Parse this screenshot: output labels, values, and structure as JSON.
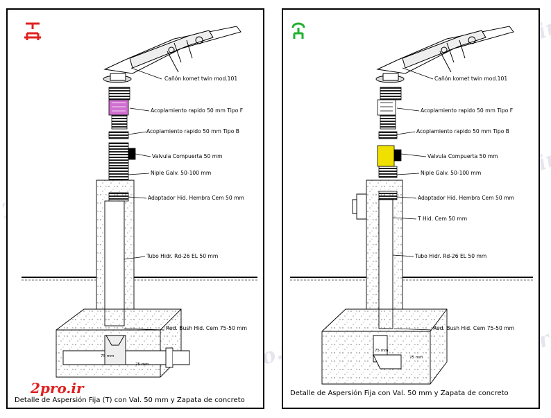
{
  "watermark": "2pro.ir",
  "logo_text": "2pro.ir",
  "colors": {
    "left_icon": "#e02020",
    "right_icon": "#20b030",
    "coupling": "#d070d0",
    "valve": "#f0e000"
  },
  "left": {
    "caption": "Detalle de Aspersión Fija (T) con Val. 50 mm y Zapata de concreto",
    "labels": {
      "canon": "Cañón komet twin mod.101",
      "acopl_f": "Acoplamiento rapido 50 mm Tipo F",
      "acopl_b": "Acoplamiento rapido 50 mm Tipo B",
      "valvula": "Valvula Compuerta 50 mm",
      "niple": "Niple Galv. 50-100 mm",
      "adaptador": "Adaptador Hid. Hembra Cem 50 mm",
      "tubo": "Tubo Hidr. Rd-26 EL 50 mm",
      "bush": "Red. Bush Hid. Cem 75-50 mm"
    },
    "dims": [
      "75 mm",
      "75 mm"
    ]
  },
  "right": {
    "caption": "Detalle de Aspersión Fija con Val. 50 mm y Zapata de concreto",
    "labels": {
      "canon": "Cañón komet twin mod.101",
      "acopl_f": "Acoplamiento rapido 50 mm Tipo F",
      "acopl_b": "Acoplamiento rapido 50 mm Tipo B",
      "valvula": "Valvula Compuerta 50 mm",
      "niple": "Niple Galv. 50-100 mm",
      "adaptador": "Adaptador Hid. Hembra Cem 50 mm",
      "t_hid": "T Hid. Cem 50 mm",
      "tubo": "Tubo Hidr. Rd-26 EL 50 mm",
      "bush": "Red. Bush Hid. Cem 75-50 mm"
    },
    "dims": [
      "75 mm",
      "75 mm"
    ]
  }
}
